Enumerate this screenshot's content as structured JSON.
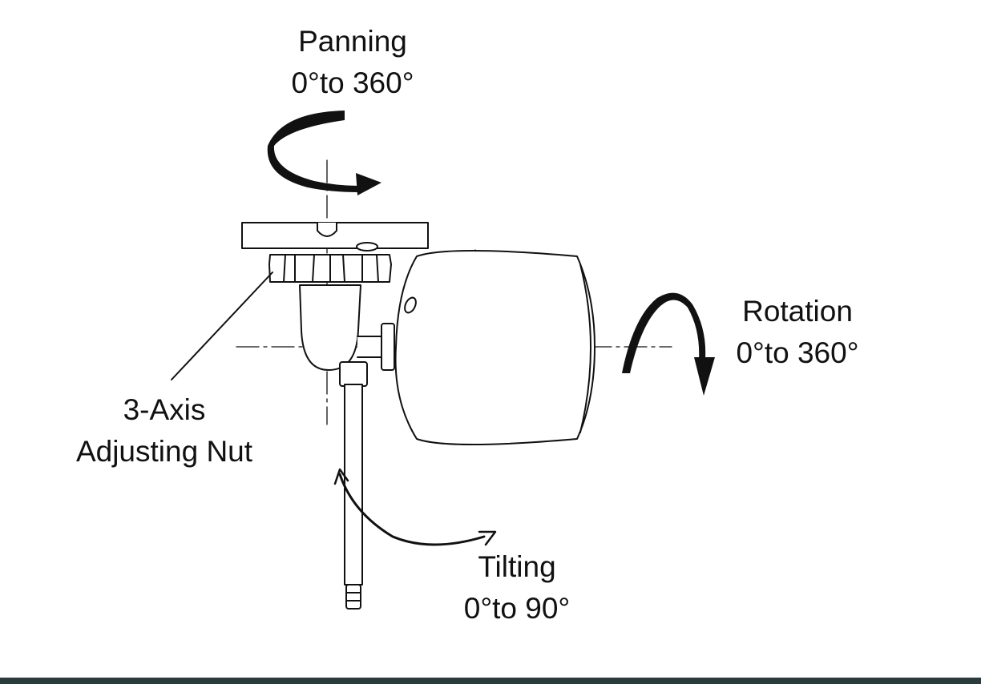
{
  "labels": {
    "panning": {
      "title": "Panning",
      "range": "0°to 360°"
    },
    "rotation": {
      "title": "Rotation",
      "range": "0°to 360°"
    },
    "adjusting_nut": {
      "line1": "3-Axis",
      "line2": "Adjusting Nut"
    },
    "tilting": {
      "title": "Tilting",
      "range": "0°to 90°"
    }
  },
  "colors": {
    "line": "#111111",
    "footer": "#2a3b3e"
  }
}
